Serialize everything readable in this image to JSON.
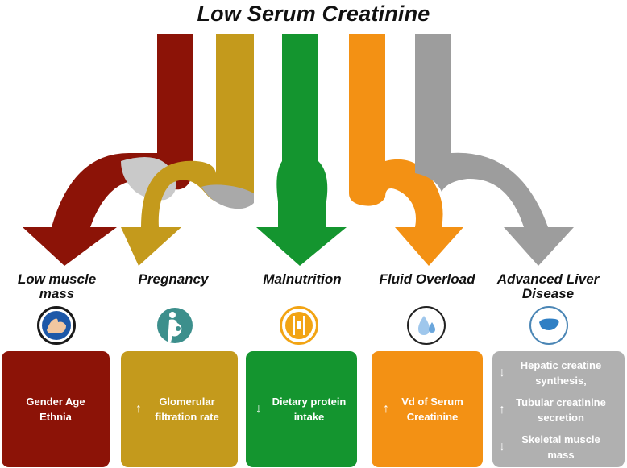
{
  "title": "Low Serum Creatinine",
  "colors": {
    "dark_red": "#8c1307",
    "gold": "#c49a1c",
    "green": "#14952f",
    "orange": "#f39114",
    "gray": "#9d9d9d",
    "gray_light": "#c8c8c8",
    "gray_box": "#b0b0b0"
  },
  "causes": [
    {
      "label": "Low muscle mass",
      "icon": "flexed-arm-icon",
      "box_lines": [
        {
          "arrow": "",
          "text": "Gender Age Ethnia"
        }
      ]
    },
    {
      "label": "Pregnancy",
      "icon": "pregnant-woman-icon",
      "box_lines": [
        {
          "arrow": "↑",
          "text": "Glomerular filtration rate"
        }
      ]
    },
    {
      "label": "Malnutrition",
      "icon": "fork-knife-icon",
      "box_lines": [
        {
          "arrow": "↓",
          "text": "Dietary protein intake"
        }
      ]
    },
    {
      "label": "Fluid Overload",
      "icon": "water-drops-icon",
      "box_lines": [
        {
          "arrow": "↑",
          "text": "Vd of Serum Creatinine"
        }
      ]
    },
    {
      "label": "Advanced Liver Disease",
      "icon": "liver-icon",
      "box_lines": [
        {
          "arrow": "↓",
          "text": "Hepatic creatine synthesis,"
        },
        {
          "arrow": "↑",
          "text": "Tubular creatinine secretion"
        },
        {
          "arrow": "↓",
          "text": "Skeletal muscle mass"
        }
      ]
    }
  ]
}
